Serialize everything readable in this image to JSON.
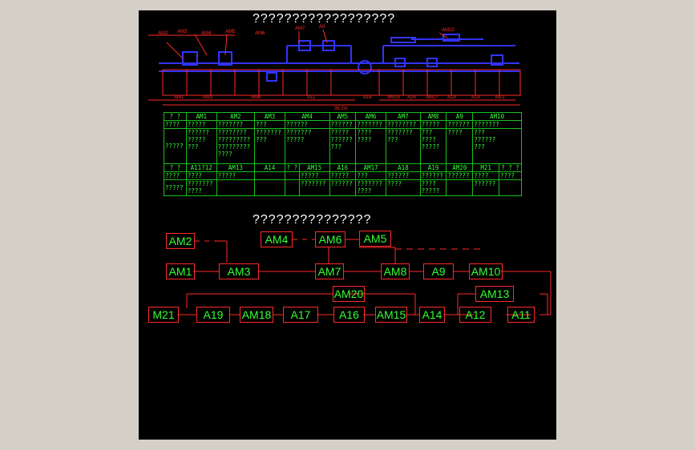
{
  "title_top": "??????????????????",
  "title_flow": "???????????????",
  "table": {
    "header1": [
      "? ?",
      "AM1",
      "AM2",
      "AM3",
      "AM4",
      "AM5",
      "AM6",
      "AM7",
      "AM8",
      "A9",
      "AM10"
    ],
    "row1": [
      "????",
      "?????",
      "???????",
      "???",
      "??????",
      "??????",
      "???????",
      "????????",
      "?????",
      "??????",
      "???????"
    ],
    "row2": [
      "?????",
      "??????\n?????\n???",
      "????????\n?????????\n?????????\n????",
      "???????\n???",
      "???????\n?????",
      "?????\n??????\n???",
      "????\n????",
      "???????\n???",
      "???\n????\n?????",
      "????",
      "???\n??????\n???"
    ],
    "header2": [
      "? ?",
      "A11?12",
      "AM13",
      "A14",
      "? ?",
      "AM15",
      "A16",
      "AM17",
      "A18",
      "A19",
      "AM20",
      "M21",
      "? ? ?"
    ],
    "row3": [
      "????",
      "????",
      "?????",
      "",
      "",
      "?????",
      "?????",
      "???",
      "??????",
      "??????",
      "??????",
      "????",
      "????"
    ],
    "row4": [
      "?????",
      "???????\n????",
      "",
      "",
      "",
      "???????",
      "??????",
      "???????\n????",
      "????",
      "????\n?????",
      "",
      "??????",
      ""
    ]
  },
  "flow": {
    "boxes": [
      "AM2",
      "AM4",
      "AM6",
      "AM5",
      "AM1",
      "AM3",
      "AM7",
      "AM8",
      "A9",
      "AM10",
      "AM20",
      "AM13",
      "M21",
      "A19",
      "AM18",
      "A17",
      "A16",
      "AM15",
      "A14",
      "A12",
      "A11"
    ]
  },
  "drawing": {
    "callouts_top": [
      "AM2",
      "AM3",
      "AM4",
      "AM5",
      "AM6",
      "AM7",
      "A9",
      "AM10"
    ],
    "callouts_bottom": [
      "AM1",
      "AM3",
      "AM8",
      "A11",
      "A14",
      "AM15",
      "A16",
      "AM17",
      "A18",
      "A19",
      "M21"
    ],
    "dimension": "36.2m"
  },
  "colors": {
    "background": "#000000",
    "table_line": "#18c018",
    "text_green": "#39ff39",
    "box_red": "#ff2a2a",
    "machine_blue": "#3333ff",
    "title": "#ffffff"
  }
}
